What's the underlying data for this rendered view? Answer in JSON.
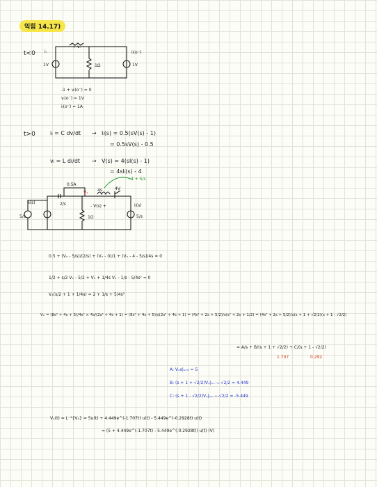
{
  "title": "익힘 14.17)",
  "sec1": {
    "label": "t<0",
    "ic": "iₗ",
    "vl": "+ vₗ -",
    "il0": "iₗ(o⁻)",
    "v1": "1V",
    "r": "1Ω",
    "v2": "1V",
    "eq1": "-1 + vₗ(o⁻) = 0",
    "eq2": "vₗ(o⁻) = 1V",
    "eq3": "iₗ(o⁻) = 1A"
  },
  "sec2": {
    "label": "t>0",
    "l1": "iₗ = C dv/dt",
    "l1r": "Iₗ(s) = 0.5(sV(s) - 1)",
    "l2": "= 0.5sV(s) - 0.5",
    "l3": "vₗ = L di/dt",
    "l3r": "V(s) = 4(sI(s) - 1)",
    "l4": "= 4sIₗ(s) - 4",
    "green": "4 + 5/s",
    "cur": "0.5A",
    "vx": "Vₓ",
    "c1": "4s",
    "c2": "4V",
    "vs": "- V(s) +",
    "is": "Iₗ(s)",
    "ic2": "Iₗ(s)",
    "cap": "2/s",
    "res": "1Ω",
    "src1": "5/s",
    "src2": "5/s"
  },
  "eqs": {
    "e1": "0.5 + (Vₓ - 5/s)/(2/s) + (Vₓ - 0)/1 + (Vₓ - 4 - 5/s)/4s = 0",
    "e2": "1/2 + s/2 Vₓ - 5/2 + Vₓ + 1/4s Vₓ - 1/s - 5/4s² = 0",
    "e3": "Vₓ(s/2 + 1 + 1/4s) = 2 + 1/s + 5/4s²",
    "e4": "Vₓ = (8s² + 4s + 5)/4s² × 4s/(2s² + 4s + 1) = (8s² + 4s + 5)/s(2s² + 4s + 1) = (4s² + 2s + 5/2)/s(s² + 2s + 1/2) = (4s² + 2s + 5/2)/s(s + 1 + √2/2)(s + 1 - √2/2)",
    "e5": "= A/s + B/(s + 1 + √2/2) + C/(s + 1 - √2/2)",
    "r1": "1.707",
    "r2": "0.292"
  },
  "res": {
    "A": "A: Vₓs|ₛ₌₀ = 5",
    "B": "B: (s + 1 + √2/2)Vₓ|ₛ₌₋₁₋√2/2 = 4.449",
    "C": "C: (s + 1 - √2/2)Vₓ|ₛ₌₋₁₊√2/2 = -5.449"
  },
  "final": {
    "f1": "Vₓ(t) = L⁻¹{Vₓ} = 5u(t) + 4.449e^(-1.707t) u(t) - 5.449e^(-0.2928t) u(t)",
    "f2": "= (5 + 4.449e^(-1.707t) - 5.449e^(-0.2928t)) u(t)  (V)"
  },
  "colors": {
    "highlight": "#f6e64a",
    "blue": "#1a2fc8",
    "red": "#d43a1a",
    "green": "#1c9a2c"
  }
}
